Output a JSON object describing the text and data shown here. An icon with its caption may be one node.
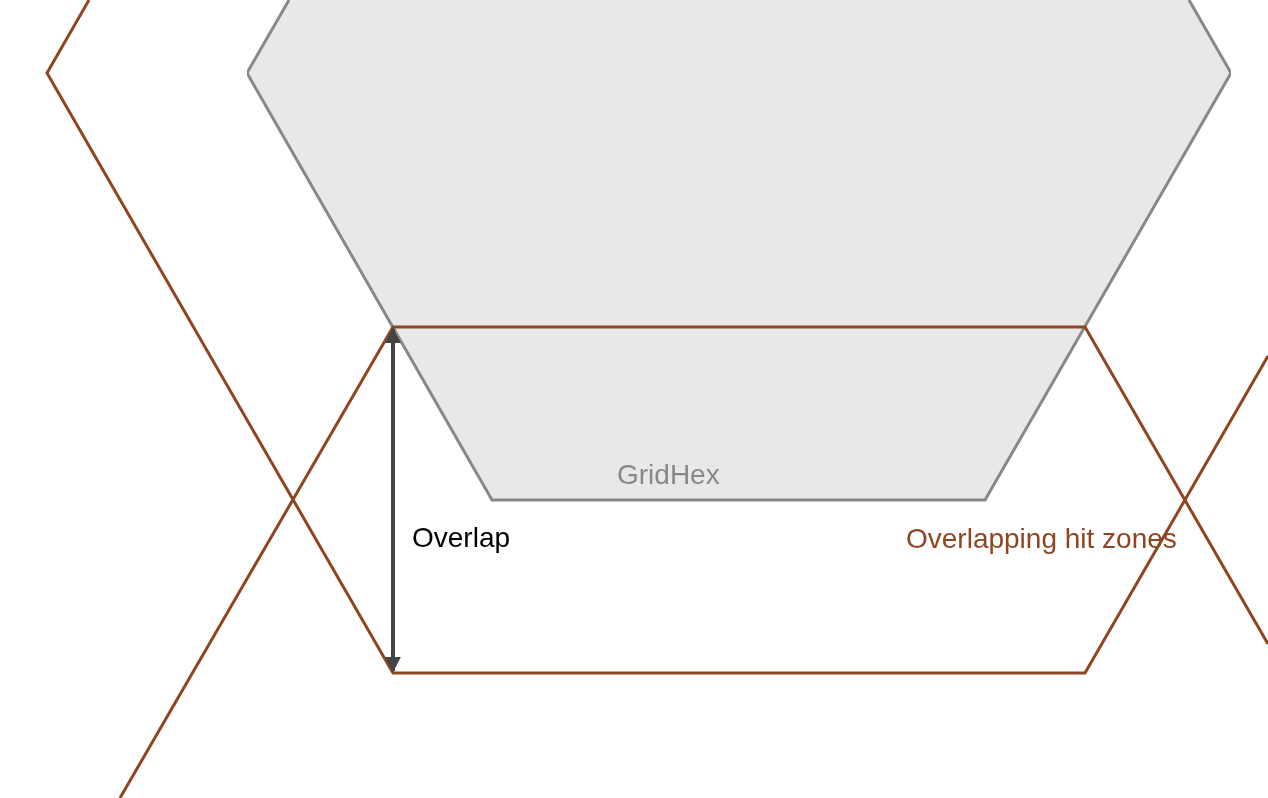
{
  "diagram": {
    "nodes": [
      {
        "text": [
          "GridHex"
        ]
      }
    ],
    "labels": [
      "Overlap",
      "Overlapping hit zones"
    ]
  }
}
